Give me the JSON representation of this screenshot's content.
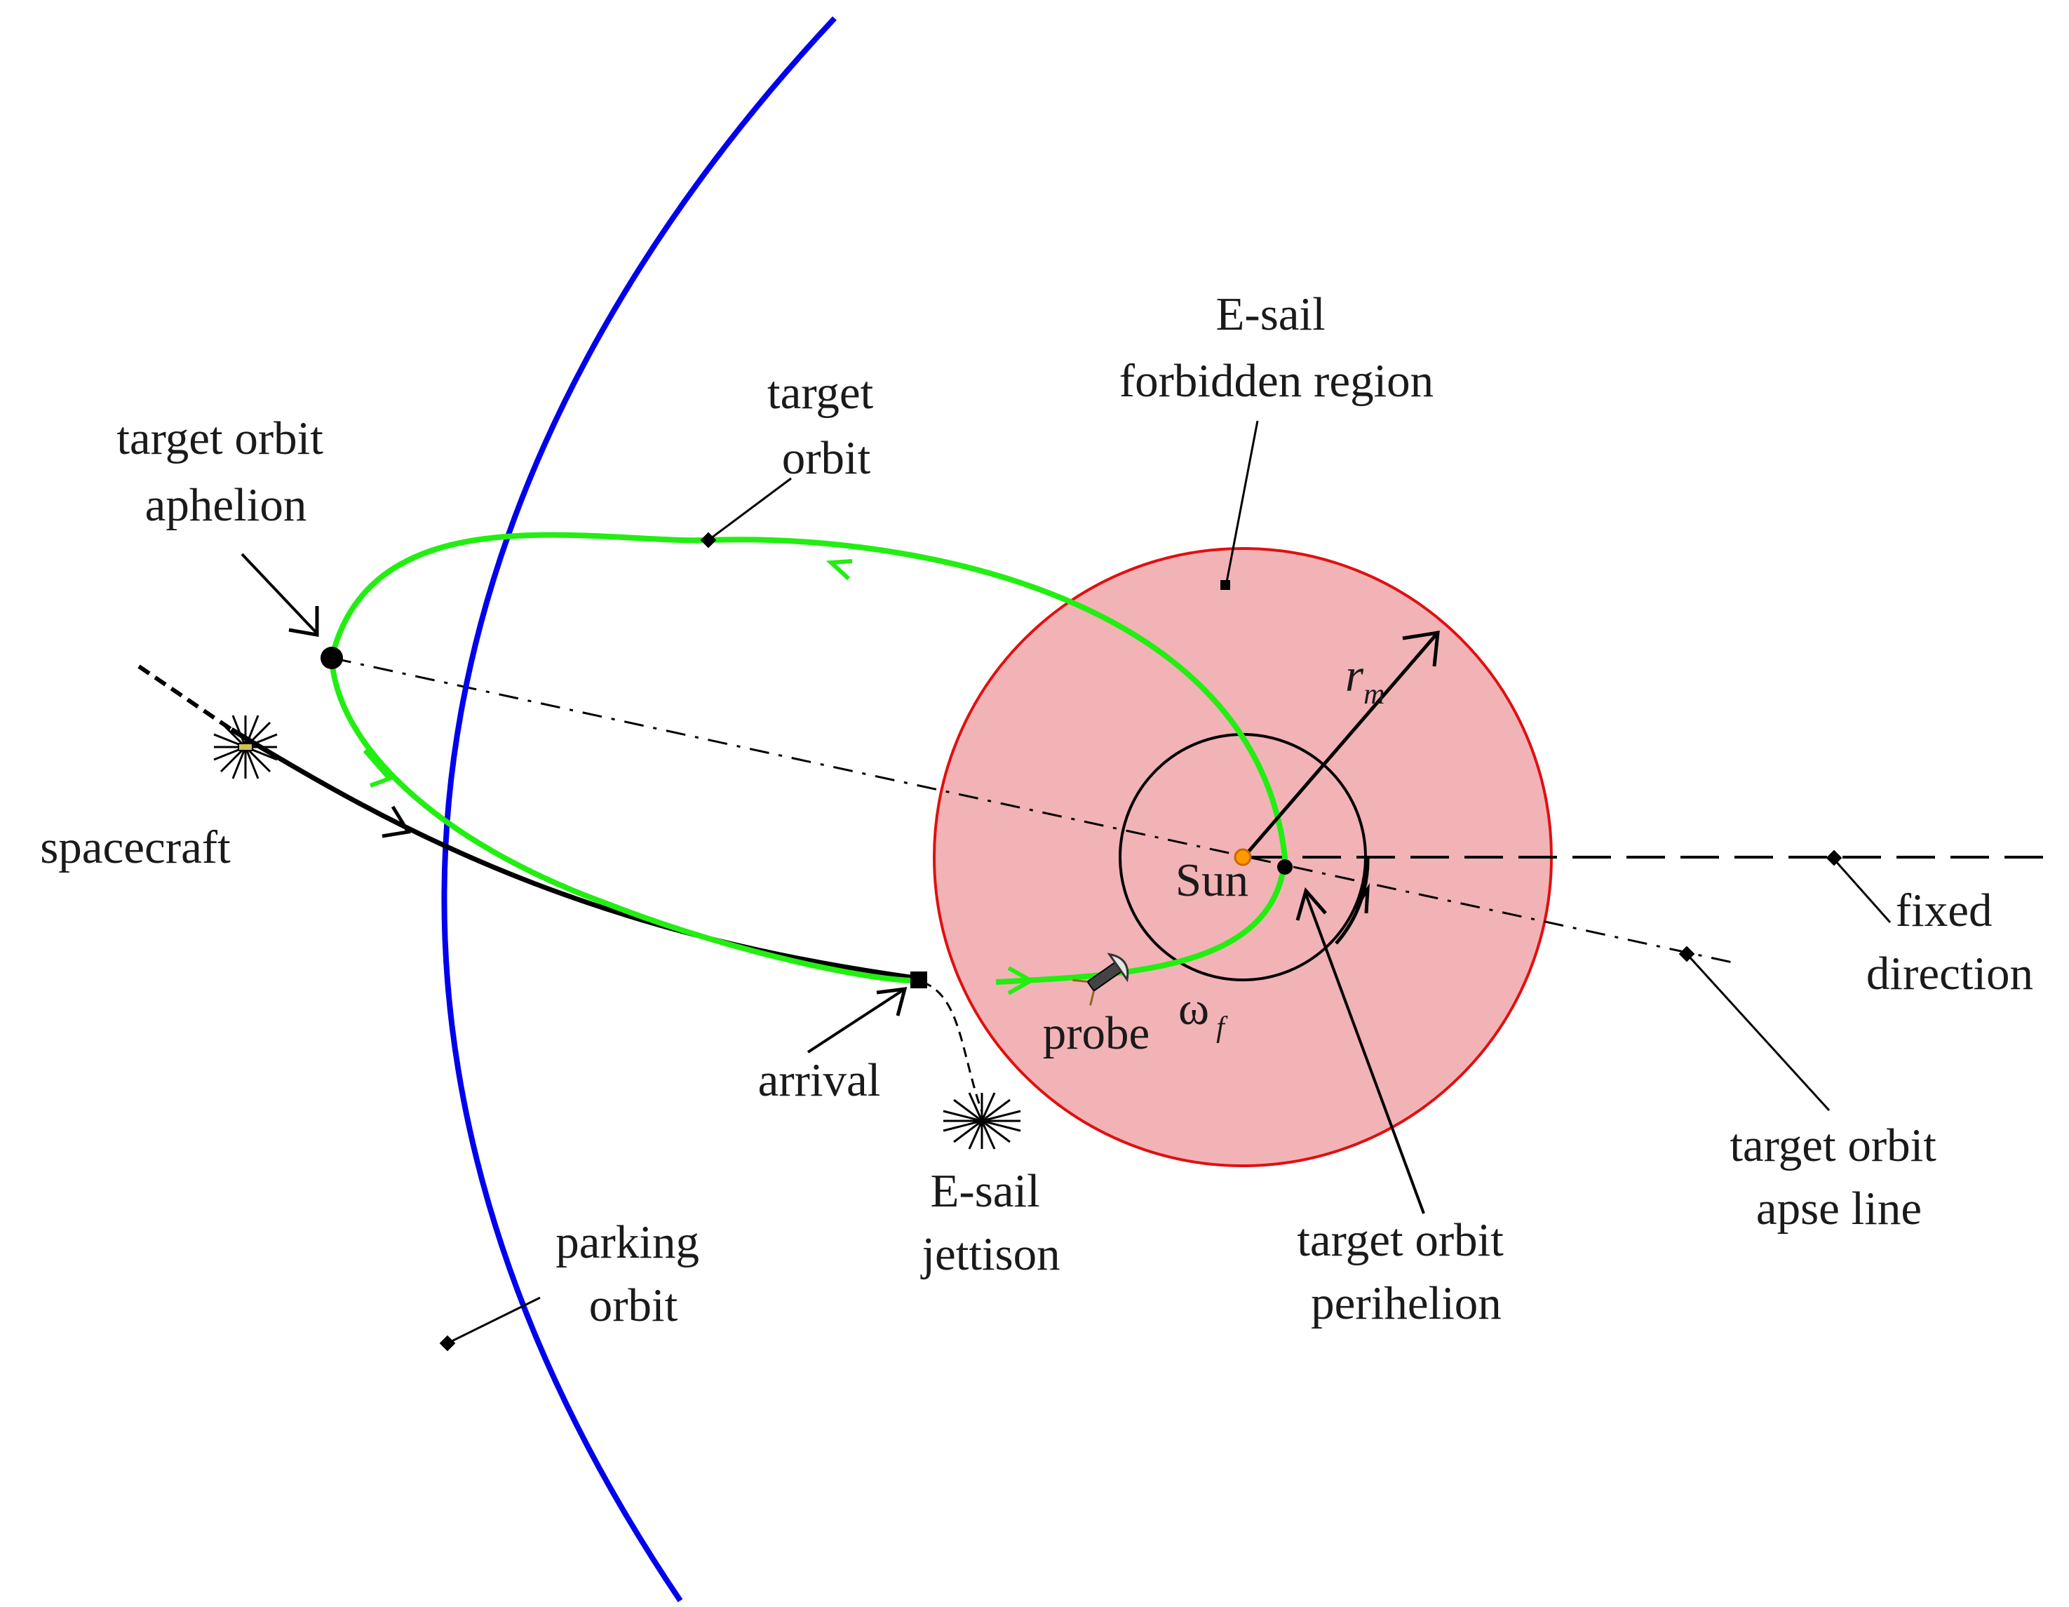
{
  "labels": {
    "forbidden_region": [
      "E-sail",
      "forbidden region"
    ],
    "target_orbit": [
      "target",
      "orbit"
    ],
    "aphelion": [
      "target orbit",
      "aphelion"
    ],
    "spacecraft": "spacecraft",
    "parking_orbit": [
      "parking",
      "orbit"
    ],
    "arrival": "arrival",
    "jettison": [
      "E-sail",
      "jettison"
    ],
    "probe": "probe",
    "sun": "Sun",
    "r_symbol": "r",
    "r_subscript": "m",
    "omega_symbol": "ω",
    "omega_subscript": "f",
    "fixed_direction": [
      "fixed",
      "direction"
    ],
    "apse_line": [
      "target orbit",
      "apse line"
    ],
    "perihelion": [
      "target orbit",
      "perihelion"
    ]
  },
  "colors": {
    "parking_orbit": "#0000ee",
    "target_orbit": "#22ee11",
    "transfer_path": "#000000",
    "forbidden_fill": "#f2b3b6",
    "forbidden_edge": "#e01010",
    "sun": "#ff9900"
  }
}
